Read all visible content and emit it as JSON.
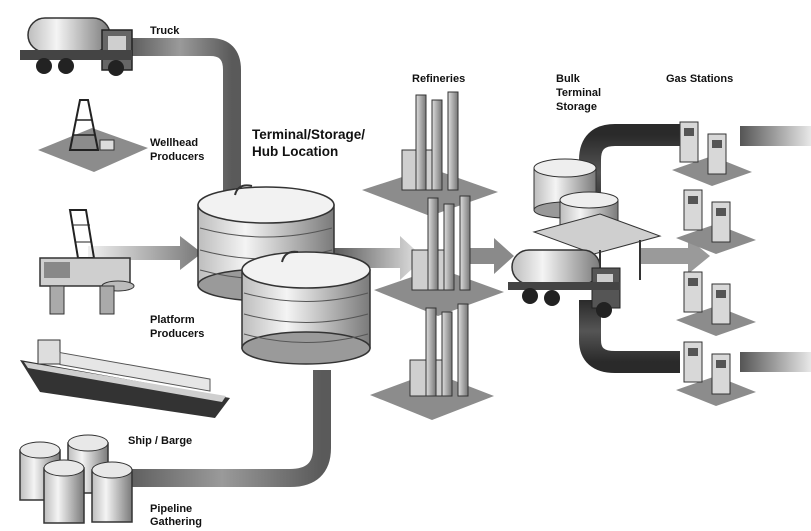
{
  "labels": {
    "truck": "Truck",
    "wellhead": [
      "Wellhead",
      "Producers"
    ],
    "terminal": [
      "Terminal/Storage/",
      "Hub Location"
    ],
    "refineries": "Refineries",
    "bulk": [
      "Bulk",
      "Terminal",
      "Storage"
    ],
    "gas_stations": "Gas Stations",
    "platform": [
      "Platform",
      "Producers"
    ],
    "ship": "Ship / Barge",
    "pipeline": [
      "Pipeline",
      "Gathering"
    ]
  },
  "colors": {
    "pipe_dark": "#3a3a3a",
    "pipe_light": "#bdbdbd",
    "tank_body": "#d6d6d6",
    "ground": "#8c8c8c",
    "text": "#111111"
  }
}
